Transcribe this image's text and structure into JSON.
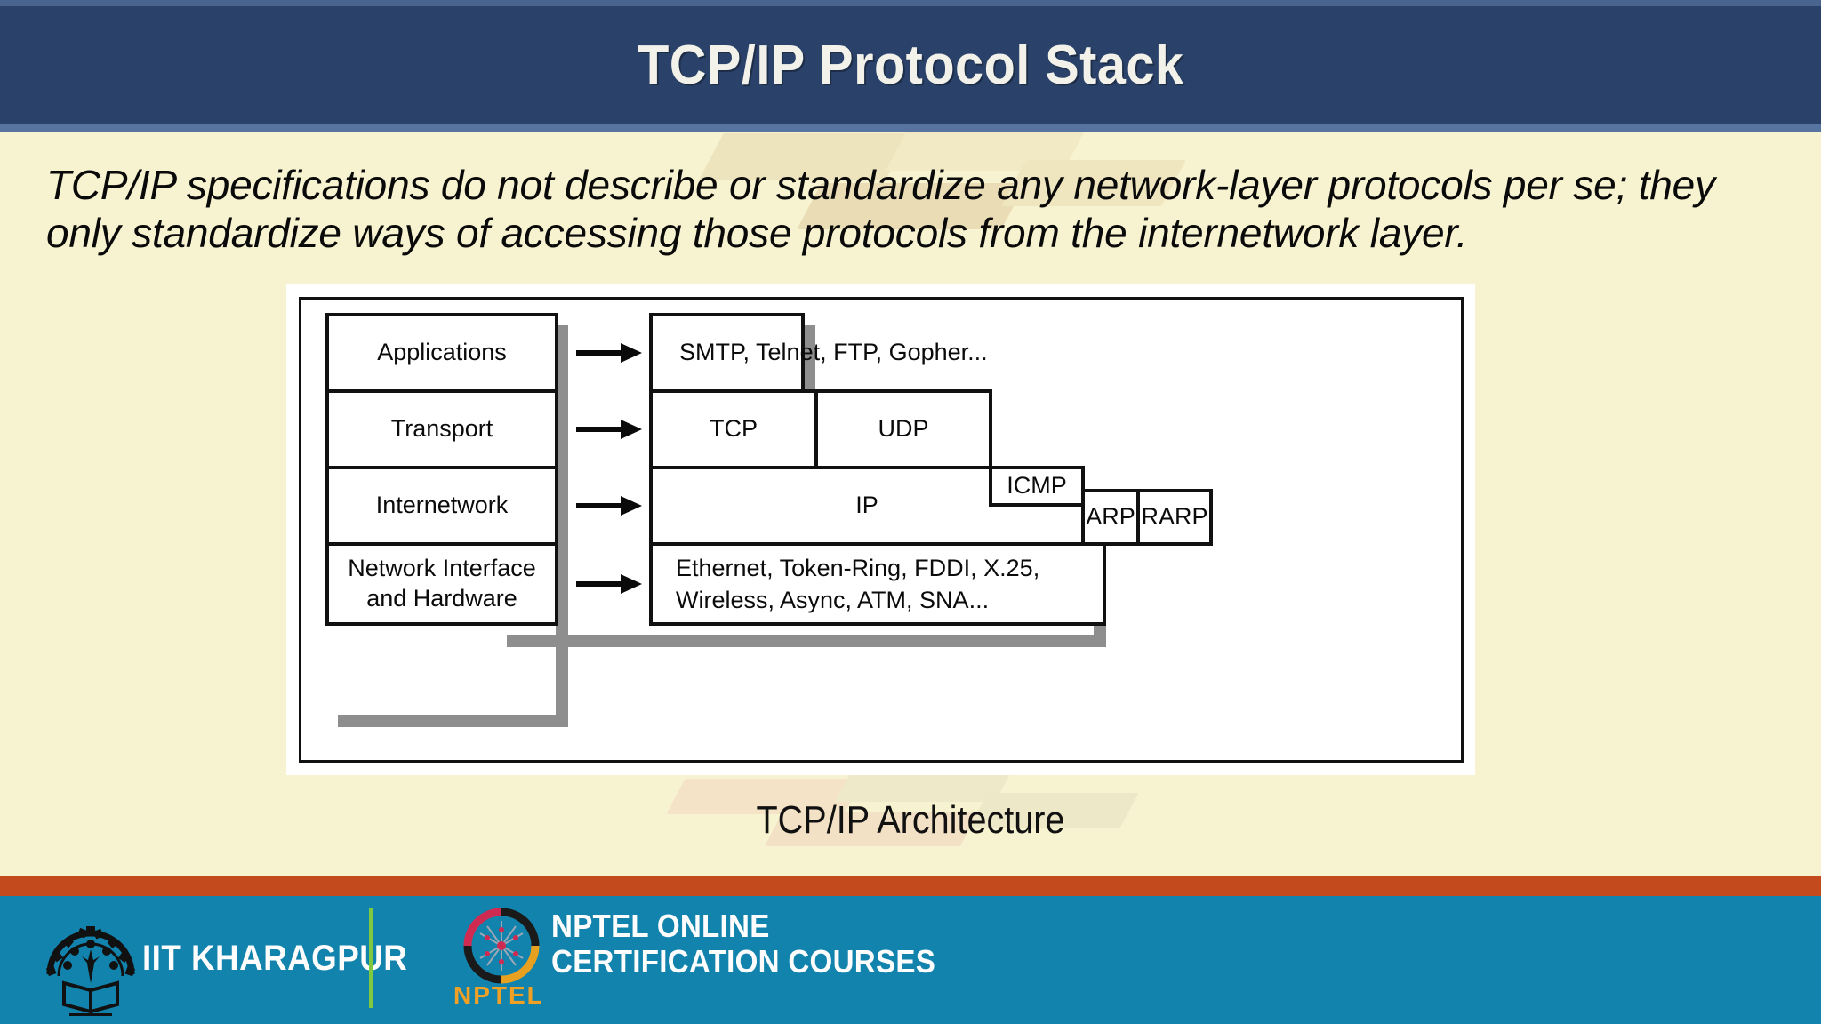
{
  "slide": {
    "title": "TCP/IP Protocol Stack",
    "body_line1": "TCP/IP specifications do not describe or standardize any network-layer protocols per se; they",
    "body_line2": "only standardize ways of accessing those protocols from the internetwork layer.",
    "caption": "TCP/IP Architecture"
  },
  "diagram": {
    "layers": [
      {
        "label": "Applications"
      },
      {
        "label": "Transport"
      },
      {
        "label": "Internetwork"
      },
      {
        "label": "Network Interface\nand Hardware"
      }
    ],
    "protocols": {
      "applications": "SMTP, Telnet, FTP, Gopher...",
      "transport_left": "TCP",
      "transport_right": "UDP",
      "internetwork_main": "IP",
      "internetwork_icmp": "ICMP",
      "internetwork_arp": "ARP",
      "internetwork_rarp": "RARP",
      "network_interface": "Ethernet, Token-Ring, FDDI, X.25, Wireless, Async, ATM, SNA..."
    },
    "arrow_count": 4
  },
  "footer": {
    "institute": "IIT KHARAGPUR",
    "program_line1": "NPTEL ONLINE",
    "program_line2": "CERTIFICATION COURSES",
    "nptel_wordmark": "NPTEL"
  },
  "colors": {
    "title_bar": "#2a4269",
    "title_bar_light": "#5774a0",
    "page_background": "#f7f2cf",
    "footer_band": "#1283ad",
    "footer_stripe": "#c34a1c",
    "divider": "#7ec93f",
    "nptel_orange": "#f0a024",
    "box_shadow_gray": "#8e8e8e"
  }
}
